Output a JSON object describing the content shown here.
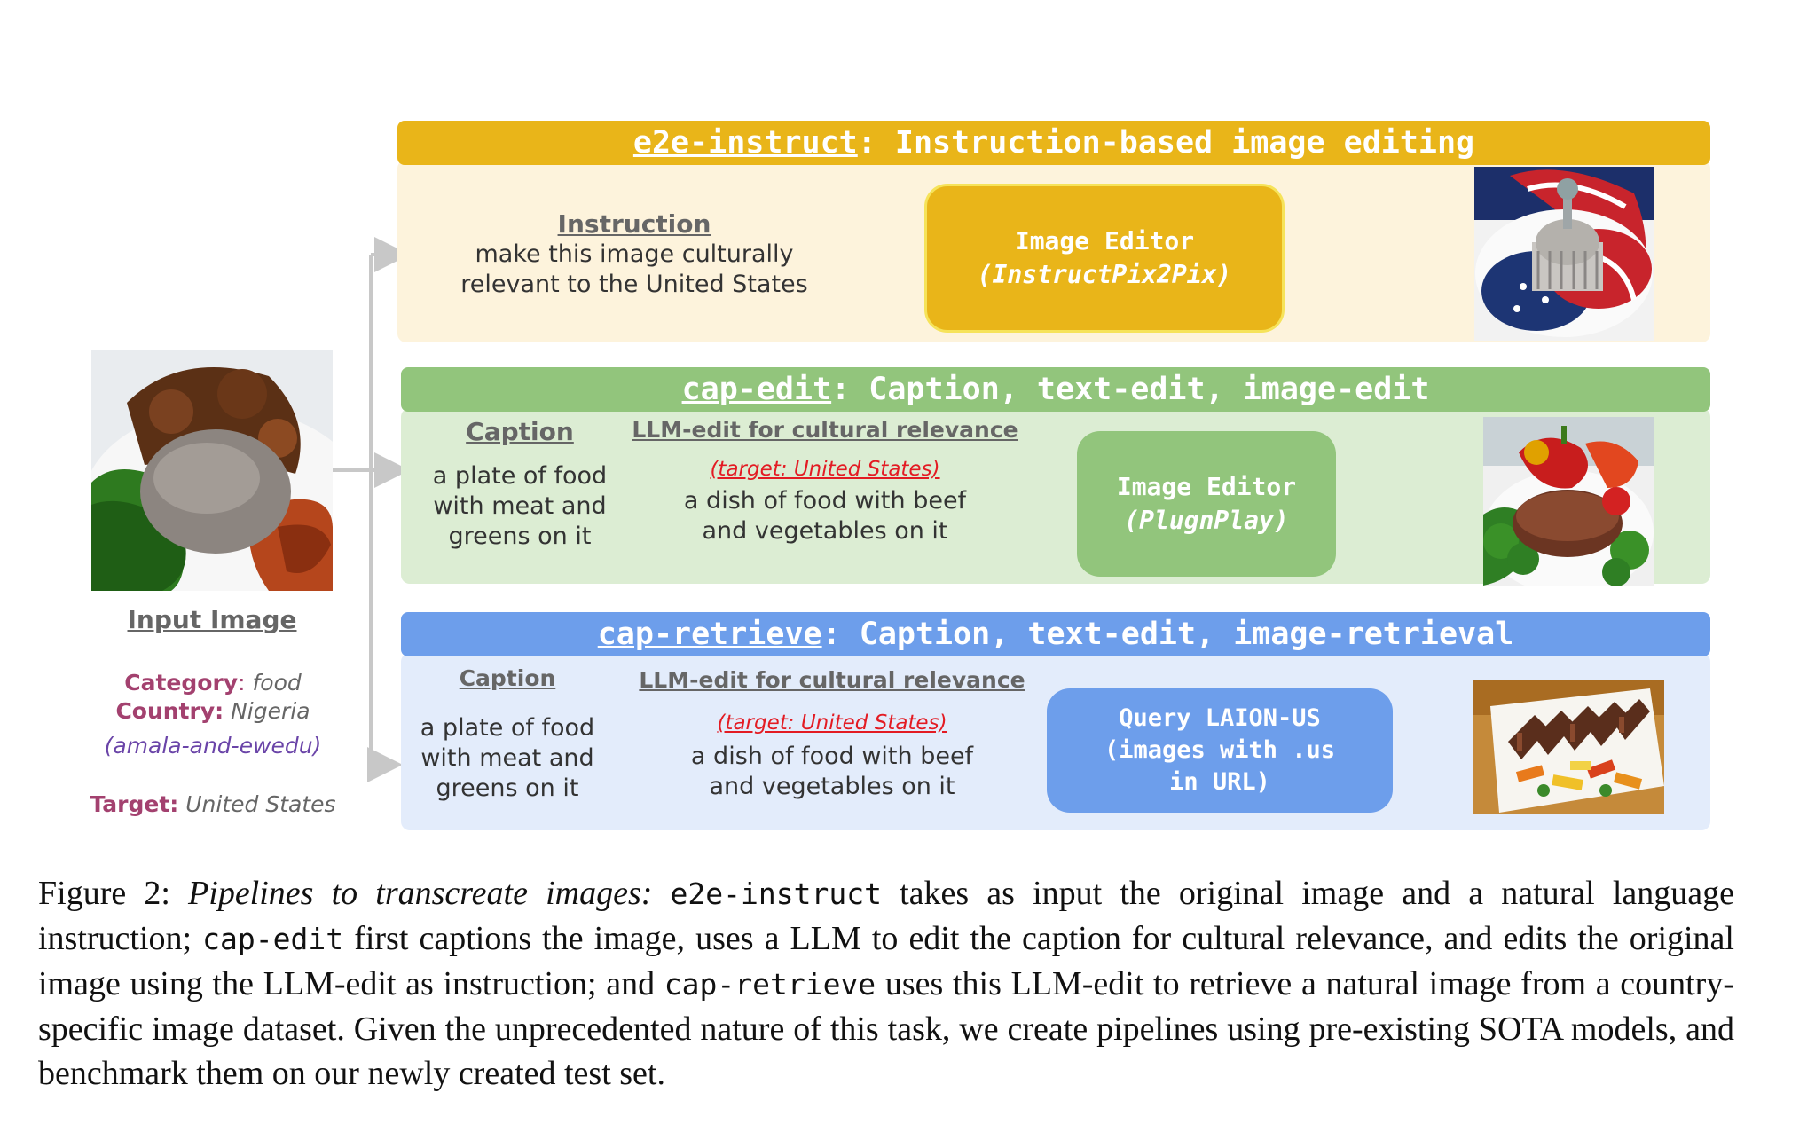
{
  "input": {
    "label": "Input Image",
    "category_label": "Category",
    "category_value": "food",
    "country_label": "Country:",
    "country_value": "Nigeria",
    "dish": "(amala-and-ewedu)",
    "target_label": "Target:",
    "target_value": "United States"
  },
  "e2e": {
    "header_name": "e2e-instruct",
    "header_rest": ": Instruction-based image editing",
    "instruction_title": "Instruction",
    "instruction_text_1": "make this image culturally",
    "instruction_text_2": "relevant to the United States",
    "editor_1": "Image Editor",
    "editor_2": "(InstructPix2Pix)"
  },
  "capedit": {
    "header_name": "cap-edit",
    "header_rest": ": Caption, text-edit, image-edit",
    "caption_title": "Caption",
    "caption_1": "a plate of food",
    "caption_2": "with meat and",
    "caption_3": "greens on it",
    "llm_title": "LLM-edit for cultural relevance",
    "target": "(target: United States)",
    "llm_1": "a dish of food with beef",
    "llm_2": "and vegetables on it",
    "editor_1": "Image Editor",
    "editor_2": "(PlugnPlay)"
  },
  "capret": {
    "header_name": "cap-retrieve",
    "header_rest": ": Caption, text-edit, image-retrieval",
    "caption_title": "Caption",
    "caption_1": "a plate of food",
    "caption_2": "with meat and",
    "caption_3": "greens on it",
    "llm_title": "LLM-edit for cultural relevance",
    "target": "(target: United States)",
    "llm_1": "a dish of food with beef",
    "llm_2": "and vegetables on it",
    "query_1": "Query LAION-US",
    "query_2": "(images with .us",
    "query_3": "in URL)"
  },
  "figure_caption": {
    "label": "Figure 2:",
    "title": "Pipelines to transcreate images:",
    "t1": "e2e-instruct",
    "s1": " takes as input the original image and a natural language instruction; ",
    "t2": "cap-edit",
    "s2": " first captions the image, uses a LLM to edit the caption for cultural relevance, and edits the original image using the LLM-edit as instruction; and ",
    "t3": "cap-retrieve",
    "s3": " uses this LLM-edit to retrieve a natural image from a country-specific image dataset. Given the unprecedented nature of this task, we create pipelines using pre-existing SOTA models, and benchmark them on our newly created test set."
  },
  "colors": {
    "yellow": "#e9b519",
    "yellow_bg": "#fdf3dc",
    "green": "#92c57c",
    "green_bg": "#dcedd3",
    "blue": "#6d9eeb",
    "blue_bg": "#e3ecfb"
  }
}
